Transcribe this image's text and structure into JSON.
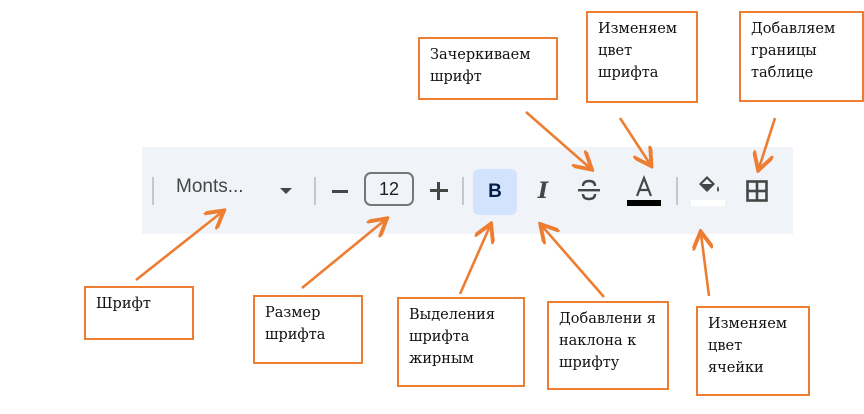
{
  "toolbar": {
    "font_name": "Monts...",
    "font_size": "12",
    "bold_label": "B",
    "italic_label": "I",
    "text_color": "#000000",
    "fill_color": "#ffffff",
    "accent_bg": "#d3e3fd",
    "toolbar_bg": "#f0f4f9",
    "icons": [
      "chevron-down-icon",
      "minus-icon",
      "plus-icon",
      "bold-icon",
      "italic-icon",
      "strikethrough-icon",
      "text-color-icon",
      "fill-color-icon",
      "borders-icon"
    ]
  },
  "callouts": {
    "font": "Шрифт",
    "font_size": "Размер шрифта",
    "bold": "Выделения шрифта жирным",
    "italic": "Добавлени я наклона к шрифту",
    "fill_color": "Изменяем цвет ячейки",
    "strikethrough": "Зачеркиваем шрифт",
    "text_color": "Изменяем цвет шрифта",
    "borders": "Добавляем границы таблице"
  },
  "annotation_color": "#ed7d31"
}
